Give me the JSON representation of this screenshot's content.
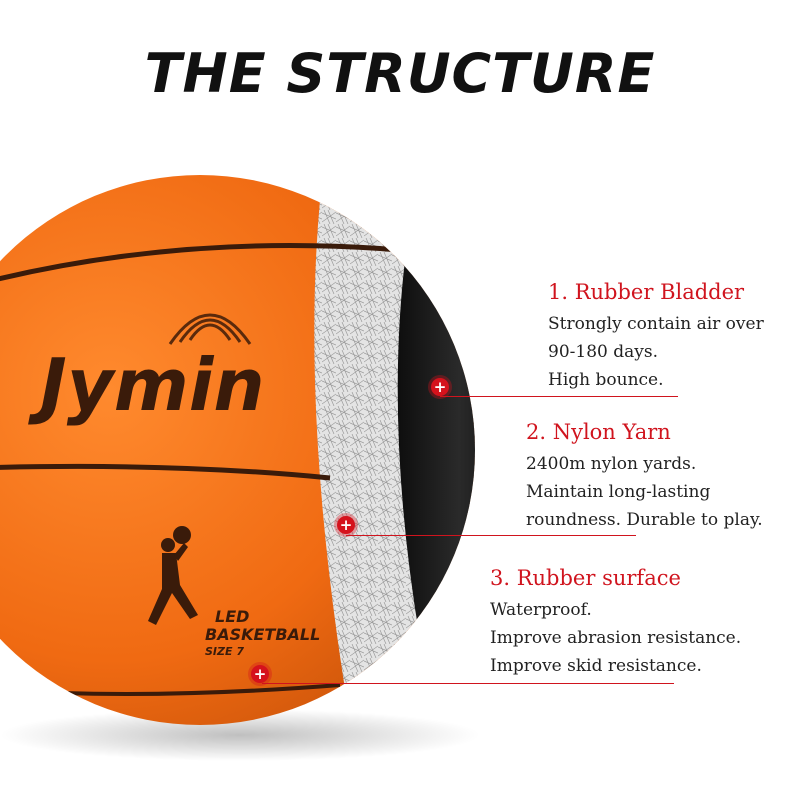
{
  "title": "THE STRUCTURE",
  "ball": {
    "brand": "Jymin",
    "print_line1": "LED",
    "print_line2": "BASKETBALL",
    "print_line3": "SIZE 7"
  },
  "callouts": [
    {
      "heading": "1. Rubber Bladder",
      "lines": [
        "Strongly contain air over",
        "90-180 days.",
        "High bounce."
      ]
    },
    {
      "heading": "2. Nylon Yarn",
      "lines": [
        "2400m nylon yards.",
        "Maintain long-lasting",
        "roundness. Durable to play."
      ]
    },
    {
      "heading": "3. Rubber surface",
      "lines": [
        "Waterproof.",
        "Improve abrasion resistance.",
        "Improve skid resistance."
      ]
    }
  ],
  "marker_symbol": "+",
  "colors": {
    "accent_red": "#d0141e",
    "ball_orange": "#f06a12",
    "nylon_white": "#e6e6e6",
    "bladder_black": "#1a1a1a"
  }
}
